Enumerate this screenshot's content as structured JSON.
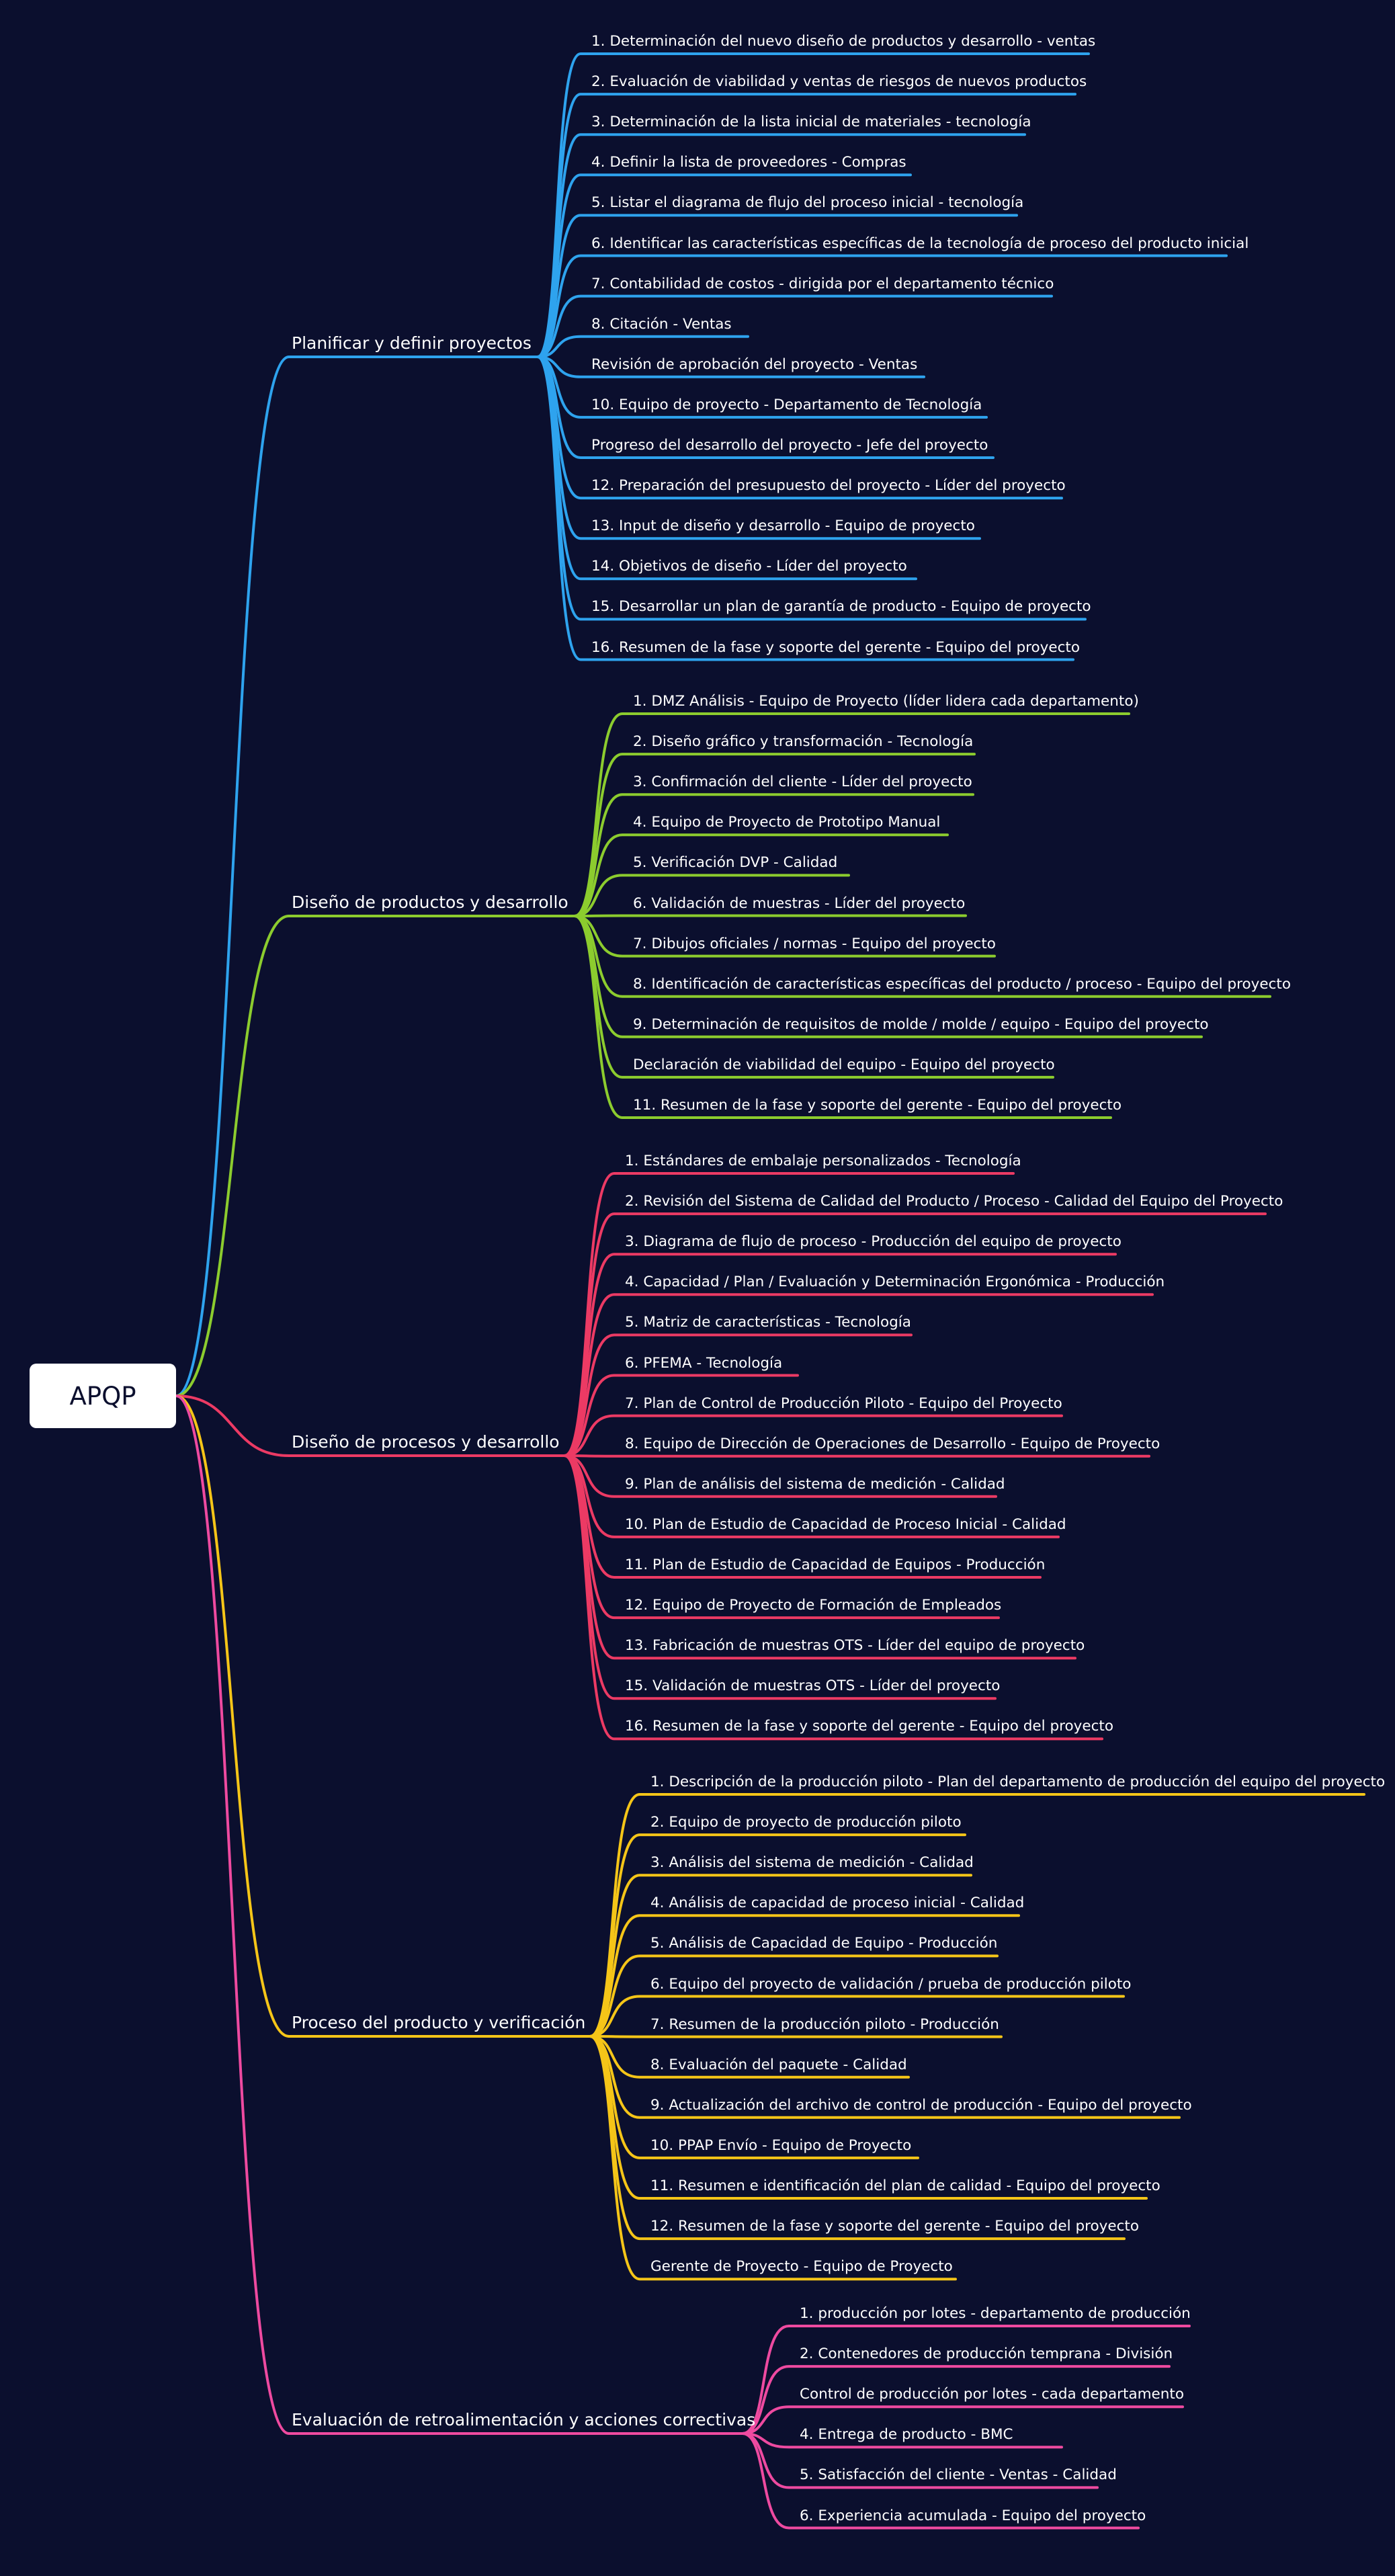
{
  "root": {
    "label": "APQP"
  },
  "branches": [
    {
      "label": "Planificar y definir proyectos",
      "color": "#2ea3ee",
      "items": [
        "1. Determinación del nuevo diseño de productos y desarrollo - ventas",
        "2. Evaluación de viabilidad y ventas de riesgos de nuevos productos",
        "3. Determinación de la lista inicial de materiales - tecnología",
        "4. Definir la lista de proveedores - Compras",
        "5. Listar el diagrama de flujo del proceso inicial - tecnología",
        "6. Identificar las características específicas de la tecnología de proceso del producto inicial",
        "7. Contabilidad de costos - dirigida por el departamento técnico",
        "8. Citación - Ventas",
        "Revisión de aprobación del proyecto - Ventas",
        "10. Equipo de proyecto - Departamento de Tecnología",
        "Progreso del desarrollo del proyecto - Jefe del proyecto",
        "12. Preparación del presupuesto del proyecto - Líder del proyecto",
        "13. Input de diseño y desarrollo - Equipo de proyecto",
        "14. Objetivos de diseño - Líder del proyecto",
        "15. Desarrollar un plan de garantía de producto - Equipo de proyecto",
        "16. Resumen de la fase y soporte del gerente - Equipo del proyecto"
      ]
    },
    {
      "label": "Diseño de productos y desarrollo",
      "color": "#8ccc2e",
      "items": [
        "1. DMZ Análisis - Equipo de Proyecto (líder lidera cada departamento)",
        "2. Diseño gráfico y transformación - Tecnología",
        "3. Confirmación del cliente - Líder del proyecto",
        "4. Equipo de Proyecto de Prototipo Manual",
        "5. Verificación DVP - Calidad",
        "6. Validación de muestras - Líder del proyecto",
        "7. Dibujos oficiales / normas - Equipo del proyecto",
        "8. Identificación de características específicas del producto / proceso - Equipo del proyecto",
        "9. Determinación de requisitos de molde / molde / equipo - Equipo del proyecto",
        "Declaración de viabilidad del equipo - Equipo del proyecto",
        "11. Resumen de la fase y soporte del gerente - Equipo del proyecto"
      ]
    },
    {
      "label": "Diseño de procesos y desarrollo",
      "color": "#ec3a64",
      "items": [
        "1. Estándares de embalaje personalizados - Tecnología",
        "2. Revisión del Sistema de Calidad del Producto / Proceso - Calidad del Equipo del Proyecto",
        "3. Diagrama de flujo de proceso - Producción del equipo de proyecto",
        "4. Capacidad / Plan / Evaluación y Determinación Ergonómica - Producción",
        "5. Matriz de características - Tecnología",
        "6. PFEMA - Tecnología",
        "7. Plan de Control de Producción Piloto - Equipo del Proyecto",
        "8. Equipo de Dirección de Operaciones de Desarrollo - Equipo de Proyecto",
        "9. Plan de análisis del sistema de medición - Calidad",
        "10. Plan de Estudio de Capacidad de Proceso Inicial - Calidad",
        "11. Plan de Estudio de Capacidad de Equipos - Producción",
        "12. Equipo de Proyecto de Formación de Empleados",
        "13. Fabricación de muestras OTS - Líder del equipo de proyecto",
        "15. Validación de muestras OTS - Líder del proyecto",
        "16. Resumen de la fase y soporte del gerente - Equipo del proyecto"
      ]
    },
    {
      "label": "Proceso del producto y verificación",
      "color": "#f5c518",
      "items": [
        "1. Descripción de la producción piloto - Plan del departamento de producción del equipo del proyecto",
        "2. Equipo de proyecto de producción piloto",
        "3. Análisis del sistema de medición - Calidad",
        "4. Análisis de capacidad de proceso inicial - Calidad",
        "5. Análisis de Capacidad de Equipo - Producción",
        "6. Equipo del proyecto de validación / prueba de producción piloto",
        "7. Resumen de la producción piloto - Producción",
        "8. Evaluación del paquete - Calidad",
        "9. Actualización del archivo de control de producción - Equipo del proyecto",
        "10. PPAP Envío - Equipo de Proyecto",
        "11. Resumen e identificación del plan de calidad - Equipo del proyecto",
        "12. Resumen de la fase y soporte del gerente - Equipo del proyecto",
        "Gerente de Proyecto - Equipo de Proyecto"
      ]
    },
    {
      "label": "Evaluación de retroalimentación y acciones correctivas",
      "color": "#ee4aa0",
      "items": [
        "1. producción por lotes - departamento de producción",
        "2. Contenedores de producción temprana - División",
        "Control de producción por lotes - cada departamento",
        "4. Entrega de producto - BMC",
        "5. Satisfacción del cliente - Ventas - Calidad",
        "6. Experiencia acumulada - Equipo del proyecto"
      ]
    }
  ]
}
